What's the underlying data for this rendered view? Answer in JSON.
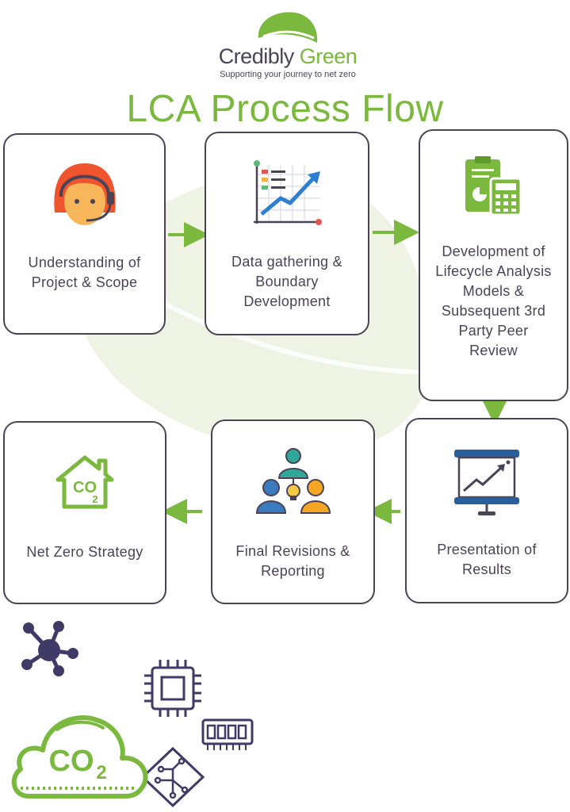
{
  "logo": {
    "name_part1": "Credibly",
    "name_part2": "Green",
    "tagline": "Supporting your journey to net zero"
  },
  "title": "LCA Process Flow",
  "colors": {
    "accent_green": "#7ab83e",
    "dark_purple": "#4a4356",
    "box_border": "#4a4356"
  },
  "steps": [
    {
      "label": "Understanding of Project & Scope",
      "icon": "headset-person-icon"
    },
    {
      "label": "Data gathering & Boundary Development",
      "icon": "growth-chart-icon"
    },
    {
      "label": "Development of Lifecycle Analysis Models & Subsequent 3rd Party Peer Review",
      "icon": "clipboard-calculator-icon"
    },
    {
      "label": "Presentation of Results",
      "icon": "presentation-board-icon"
    },
    {
      "label": "Final Revisions & Reporting",
      "icon": "team-idea-icon"
    },
    {
      "label": "Net Zero Strategy",
      "icon": "co2-house-icon"
    }
  ],
  "footer": {
    "co2_text": "CO",
    "co2_sub": "2"
  }
}
